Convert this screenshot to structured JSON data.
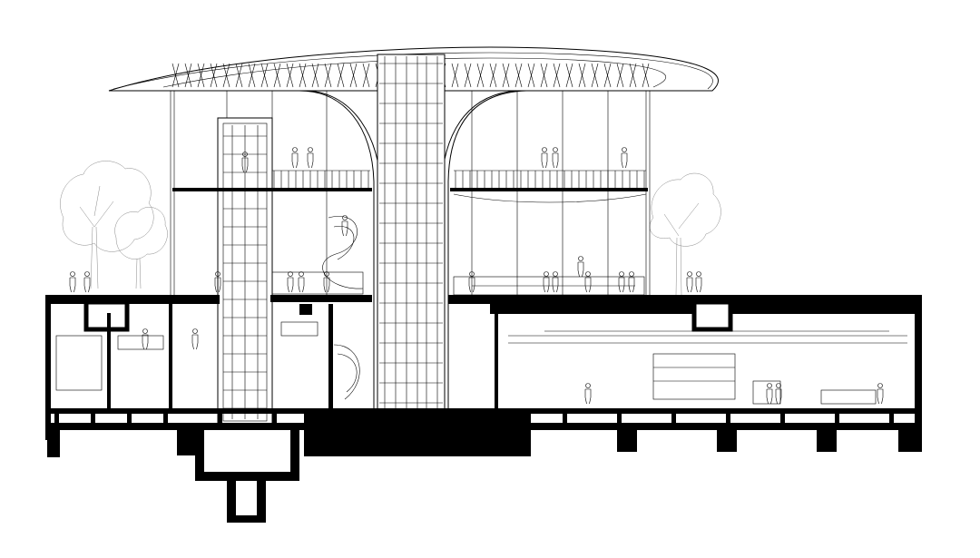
{
  "drawing": {
    "type": "architectural-section",
    "colors": {
      "ink": "#000000",
      "paper": "#ffffff",
      "light_line": "#888888"
    },
    "people_upper_deck": 8,
    "people_ground_level": 14,
    "people_basement": 6,
    "trees": 3
  }
}
